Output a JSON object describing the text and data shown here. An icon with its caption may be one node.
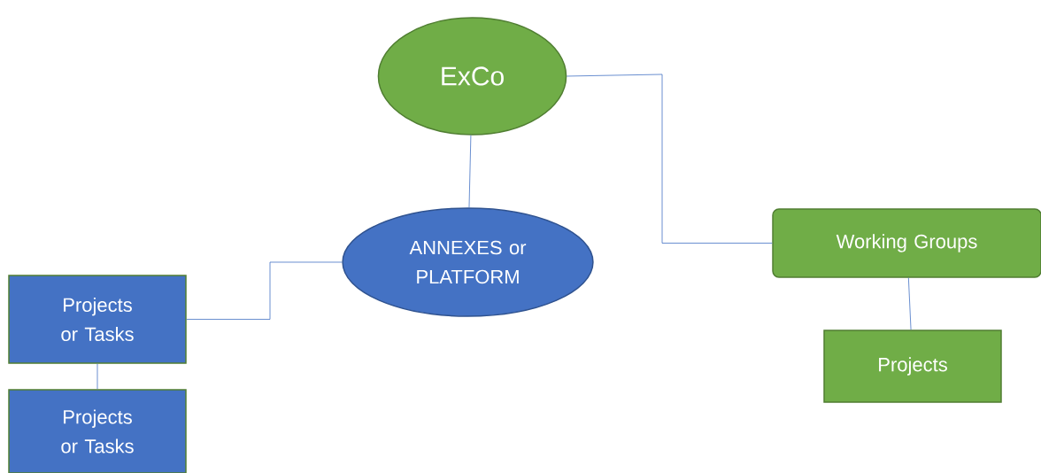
{
  "diagram": {
    "nodes": [
      {
        "text": [
          "ExCo"
        ]
      },
      {
        "text": [
          "ANNEXES or PLATFORM"
        ]
      },
      {
        "text": [
          "Working Groups"
        ]
      },
      {
        "text": [
          "Projects"
        ]
      },
      {
        "text": [
          "Projects or Tasks"
        ]
      },
      {
        "text": [
          "Projects or Tasks"
        ]
      }
    ],
    "edges": [
      {
        "from": 0,
        "to": 1,
        "arrow": "none"
      },
      {
        "from": 0,
        "to": 2,
        "arrow": "none"
      },
      {
        "from": 1,
        "to": 4,
        "arrow": "none"
      },
      {
        "from": 2,
        "to": 3,
        "arrow": "none"
      },
      {
        "from": 4,
        "to": 5,
        "arrow": "none"
      }
    ]
  }
}
